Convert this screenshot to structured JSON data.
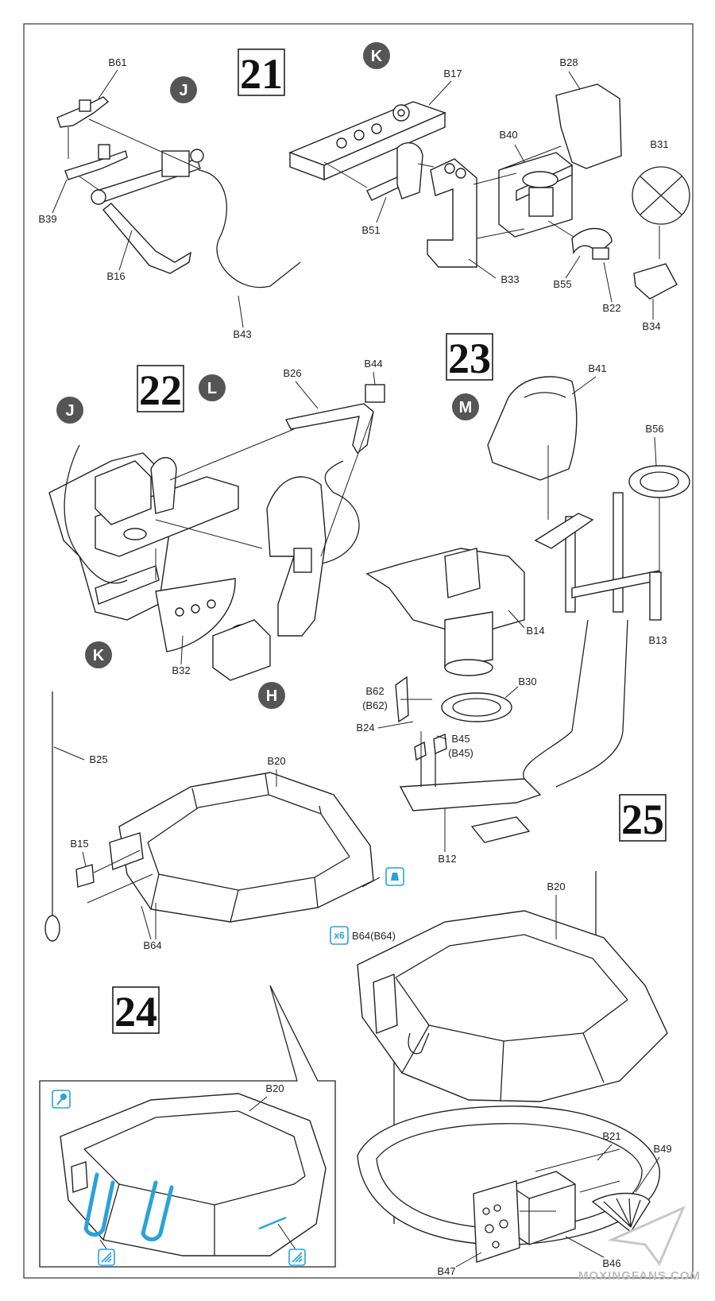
{
  "steps": [
    "21",
    "22",
    "23",
    "24",
    "25"
  ],
  "subassemblies": [
    "J",
    "K",
    "L",
    "M",
    "H"
  ],
  "step21": {
    "labels": {
      "b61": "B61",
      "b39": "B39",
      "b16": "B16",
      "b43": "B43",
      "b17": "B17",
      "b51": "B51",
      "b33": "B33",
      "b40": "B40",
      "b28": "B28",
      "b31": "B31",
      "b55": "B55",
      "b22": "B22",
      "b34": "B34"
    }
  },
  "step22": {
    "labels": {
      "b26": "B26",
      "b44": "B44",
      "b32": "B32"
    }
  },
  "step23": {
    "labels": {
      "b41": "B41",
      "b56": "B56",
      "b14": "B14",
      "b13": "B13",
      "b62": "B62",
      "b62alt": "(B62)",
      "b30": "B30",
      "b24": "B24",
      "b45": "B45",
      "b45alt": "(B45)",
      "b12": "B12"
    }
  },
  "step23b": {
    "labels": {
      "b25": "B25",
      "b20": "B20",
      "b15": "B15",
      "b64": "B64",
      "b64note": "B64(B64)",
      "qty": "x6"
    }
  },
  "step24": {
    "labels": {
      "b20": "B20"
    }
  },
  "step25": {
    "labels": {
      "b20": "B20",
      "b21": "B21",
      "b49": "B49",
      "b46": "B46",
      "b47": "B47"
    }
  },
  "watermark": "MOXINGFANS.COM",
  "colors": {
    "line": "#222222",
    "badge": "#555555",
    "accent": "#29a3d9",
    "paper": "#ffffff"
  }
}
